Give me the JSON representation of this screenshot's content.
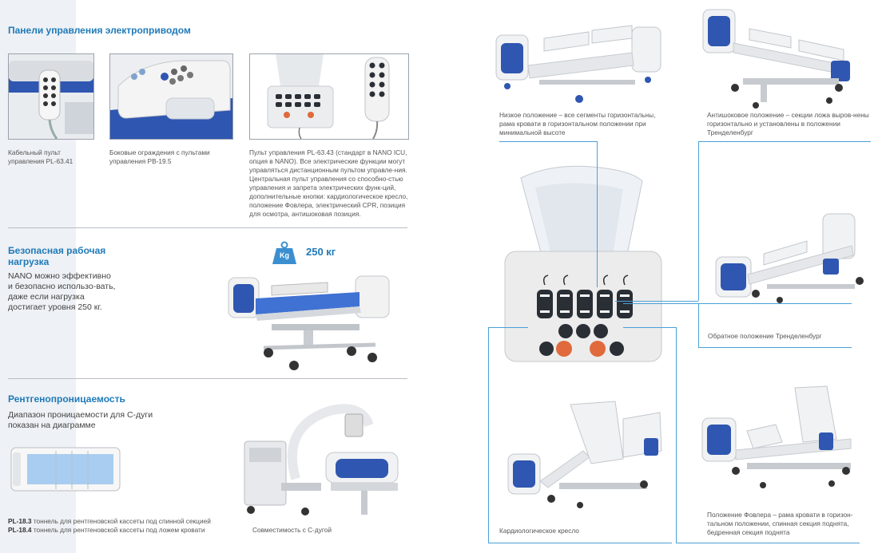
{
  "sections": {
    "control_panels": {
      "title": "Панели управления электроприводом",
      "items": [
        {
          "caption": "Кабельный пульт управления PL-63.41"
        },
        {
          "caption": "Боковые ограждения с пультами управления PB-19.5"
        },
        {
          "caption": "Пульт управления PL-63.43 (стандарт в NANO ICU, опция в NANO). Все электрические функции могут управляться дистанционным пультом управле-ния. Центральная пульт управления со способно-стью управления и запрета электрических функ-ций, дополнительные кнопки: кардиологическое кресло, положение Фовлера, электрический CPR, позиция для осмотра, антишоковая позиция."
        }
      ]
    },
    "safe_load": {
      "title_line1": "Безопасная рабочая",
      "title_line2": "нагрузка",
      "text": "NANO можно эффективно и безопасно использо-вать, даже если нагрузка достигает уровня 250 кг.",
      "badge": "Kg",
      "weight": "250 кг"
    },
    "xray": {
      "title": "Рентгенопроницаемость",
      "text": "Диапазон проницаемости для С-дуги показан на диаграмме",
      "lines": [
        {
          "code": "PL-18.3",
          "text": " тоннель для рентгеновской кассеты под спинной секцией"
        },
        {
          "code": "PL-18.4",
          "text": " тоннель для рентгеновской кассеты под ложем кровати"
        }
      ],
      "c_arm_caption": "Совместимость с С-дугой"
    }
  },
  "positions": [
    {
      "id": "low",
      "caption": "Низкое положение – все сегменты горизонтальны, рама кровати в горизонтальном положении при минимальной высоте"
    },
    {
      "id": "antishock",
      "caption": "Антишоковое положение – секции ложа выров-нены горизонтально и установлены в положении Тренделенбург"
    },
    {
      "id": "reverse-trendelenburg",
      "caption": "Обратное положение Тренделенбург"
    },
    {
      "id": "cardiac-chair",
      "caption": "Кардиологическое кресло"
    },
    {
      "id": "fowler",
      "caption": "Положение Фовлера – рама кровати в горизон-тальном положении, спинная секция поднята, бедренная секция поднята"
    }
  ],
  "colors": {
    "accent": "#1f7ab8",
    "bed_blue": "#2f56b0",
    "line": "#4aa0d8",
    "orange": "#e06a3b"
  }
}
